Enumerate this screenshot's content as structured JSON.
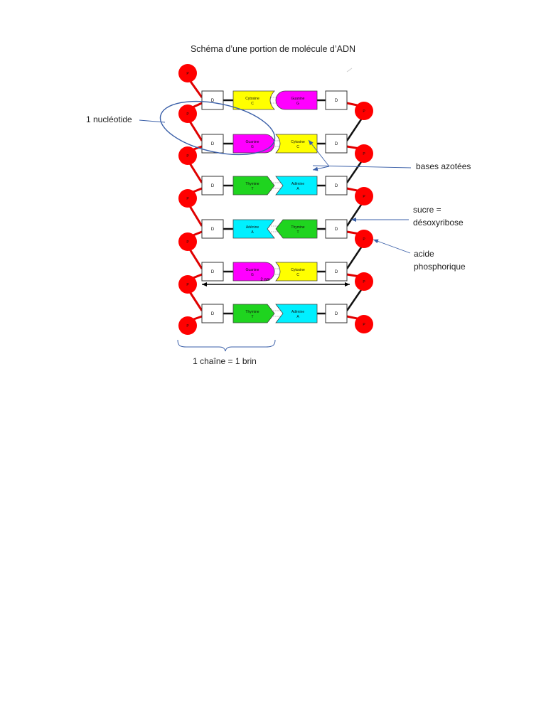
{
  "title": "Schéma d’une portion de molécule d’ADN",
  "annotations": {
    "nucleotide": "1 nucléotide",
    "bases": "bases azotées",
    "sucre_line1": "sucre =",
    "sucre_line2": "désoxyribose",
    "acide_line1": "acide",
    "acide_line2": "phosphorique",
    "chaine": "1 chaîne = 1 brin"
  },
  "diagram": {
    "phosphate_label": "P",
    "sugar_label": "D",
    "width_label": "2 nm",
    "pairs": [
      {
        "left": {
          "name": "Cytosine",
          "letter": "C",
          "shape": "notch"
        },
        "right": {
          "name": "Guanine",
          "letter": "G",
          "shape": "round"
        }
      },
      {
        "left": {
          "name": "Guanine",
          "letter": "G",
          "shape": "round"
        },
        "right": {
          "name": "Cytosine",
          "letter": "C",
          "shape": "notch"
        }
      },
      {
        "left": {
          "name": "Thymine",
          "letter": "T",
          "shape": "arrow"
        },
        "right": {
          "name": "Adénine",
          "letter": "A",
          "shape": "vnotch"
        }
      },
      {
        "left": {
          "name": "Adénine",
          "letter": "A",
          "shape": "vnotch"
        },
        "right": {
          "name": "Thymine",
          "letter": "T",
          "shape": "arrow"
        }
      },
      {
        "left": {
          "name": "Guanine",
          "letter": "G",
          "shape": "round"
        },
        "right": {
          "name": "Cytosine",
          "letter": "C",
          "shape": "notch"
        }
      },
      {
        "left": {
          "name": "Thymine",
          "letter": "T",
          "shape": "arrow"
        },
        "right": {
          "name": "Adénine",
          "letter": "A",
          "shape": "vnotch"
        }
      }
    ],
    "colors": {
      "Cytosine": "#ffff00",
      "Guanine": "#ff00ff",
      "Thymine": "#1fd41f",
      "Adénine": "#00f0ff",
      "phosphate": "#ff0000",
      "backbone": "#e00000",
      "annotation": "#3a5fa8"
    }
  }
}
